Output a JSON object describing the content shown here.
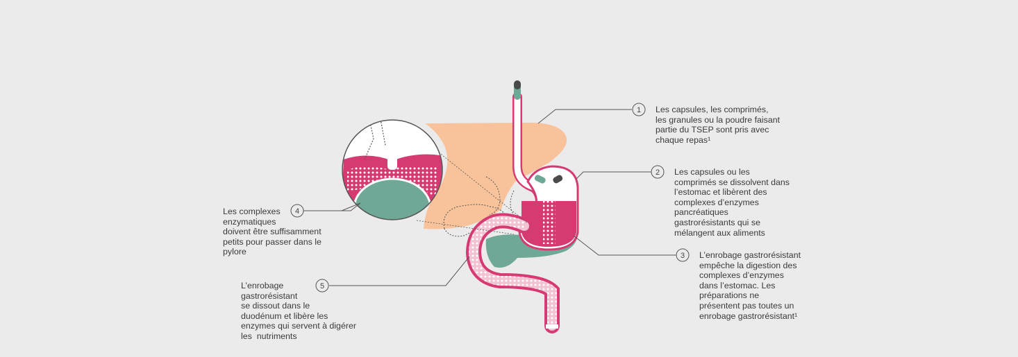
{
  "colors": {
    "background": "#ebebeb",
    "liver": "#f8c29b",
    "stomach_pink": "#d63a73",
    "pink_light": "#f2c3d2",
    "enzyme_green": "#6fa896",
    "capsule_dark": "#4a4a4a",
    "line": "#555555"
  },
  "steps": [
    {
      "number": "1",
      "lines": [
        "Les capsules, les comprimés,",
        "les granules ou la poudre faisant",
        "partie du TSEP sont pris avec",
        "chaque repas¹"
      ]
    },
    {
      "number": "2",
      "lines": [
        "Les capsules ou les",
        "comprimés se dissolvent dans",
        "l’estomac et libèrent des",
        "complexes d’enzymes",
        "pancréatiques",
        "gastrorésistants qui se",
        "mélangent aux aliments"
      ]
    },
    {
      "number": "3",
      "lines": [
        "L’enrobage gastrorésistant",
        "empêche la digestion des",
        "complexes d’enzymes",
        "dans l’estomac. Les",
        "préparations ne",
        "présentent pas toutes un",
        "enrobage gastrorésistant¹"
      ]
    },
    {
      "number": "4",
      "lines": [
        "Les complexes",
        "enzymatiques",
        "doivent être suffisamment",
        "petits pour passer dans le",
        "pylore"
      ]
    },
    {
      "number": "5",
      "lines": [
        "L’enrobage",
        "gastrorésistant",
        "se dissout dans le",
        "duodénum et libère les",
        "enzymes qui servent à digérer",
        "les  nutriments"
      ]
    }
  ]
}
